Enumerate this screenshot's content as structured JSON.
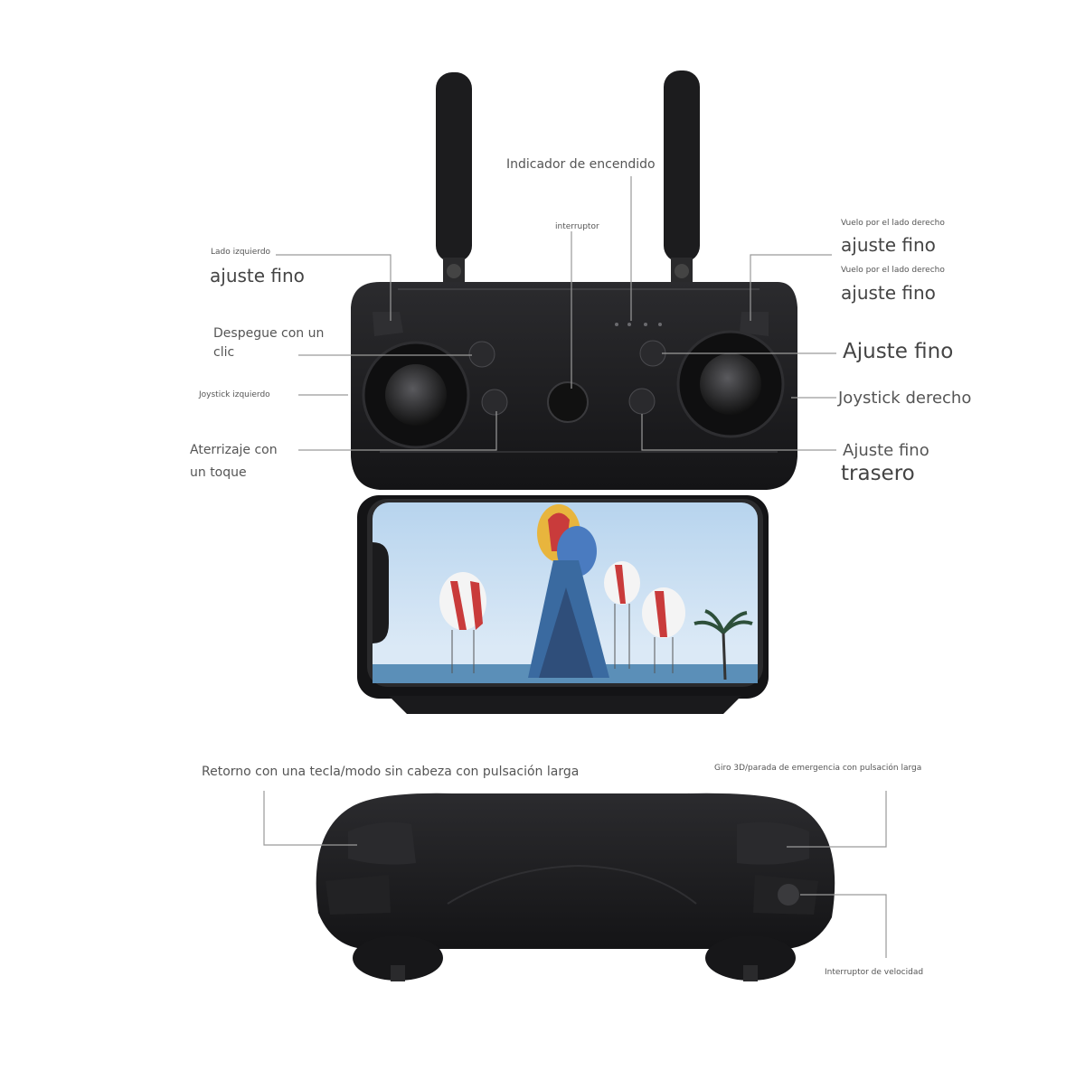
{
  "labels": {
    "power_indicator": "Indicador de encendido",
    "switch": "interruptor",
    "left_side_small": "Lado izquierdo",
    "left_fine_tune": "ajuste fino",
    "takeoff_line1": "Despegue con un",
    "takeoff_line2": "clic",
    "left_joystick": "Joystick izquierdo",
    "landing_line1": "Aterrizaje con",
    "landing_line2": "un toque",
    "right_side_small_1": "Vuelo por el lado derecho",
    "right_fine_tune_1": "ajuste fino",
    "right_side_small_2": "Vuelo por el lado derecho",
    "right_fine_tune_2": "ajuste fino",
    "fine_tune": "Ajuste fino",
    "right_joystick": "Joystick derecho",
    "rear_fine_line1": "Ajuste fino",
    "rear_fine_line2": "trasero",
    "return_headless": "Retorno con una tecla/modo sin cabeza con pulsación larga",
    "flip_emergency": "Giro 3D/parada de emergencia con pulsación larga",
    "speed_switch": "Interruptor de velocidad"
  },
  "colors": {
    "controller_body": "#1c1c1e",
    "controller_edge": "#3a3a3c",
    "leader_line": "#9a9a9a",
    "sky": "#9ec4e6",
    "sea": "#5b8fb8",
    "balloon_red": "#c93b3b",
    "balloon_white": "#f4f4f4"
  }
}
